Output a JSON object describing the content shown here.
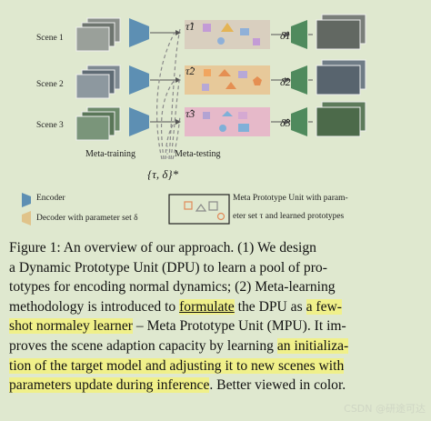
{
  "figure": {
    "scenes": [
      "Scene 1",
      "Scene 2",
      "Scene 3"
    ],
    "tau_labels": [
      "τ̂1",
      "τ̂2",
      "τ̂3"
    ],
    "delta_labels": [
      "δ̂1",
      "δ̂2",
      "δ̂3"
    ],
    "meta_training_label": "Meta-training",
    "meta_testing_label": "Meta-testing",
    "set_label": "{τ, δ}*",
    "legend": {
      "encoder": "Encoder",
      "decoder": "Decoder with parameter set δ",
      "mpu_line1": "Meta Prototype Unit with param-",
      "mpu_line2": "eter set τ and learned prototypes"
    }
  },
  "caption": {
    "line1": "Figure 1:  An overview of our approach.  (1) We design",
    "line2": "a Dynamic Prototype Unit (DPU) to learn a pool of pro-",
    "line3": "totypes for encoding normal dynamics; (2) Meta-learning",
    "line4_a": "methodology is introduced to ",
    "line4_b": "formulate",
    "line4_c": " the DPU as ",
    "line4_d": "a few-",
    "line5_a": "shot normaley learner",
    "line5_b": " – Meta Prototype Unit (MPU). It im-",
    "line6_a": "proves the scene adaption capacity by learning ",
    "line6_b": "an initializa-",
    "line7": "tion of the target model and adjusting it to new scenes with",
    "line8_a": "parameters update during inference",
    "line8_b": ". Better viewed in color."
  },
  "watermark": "CSDN @研途可达"
}
